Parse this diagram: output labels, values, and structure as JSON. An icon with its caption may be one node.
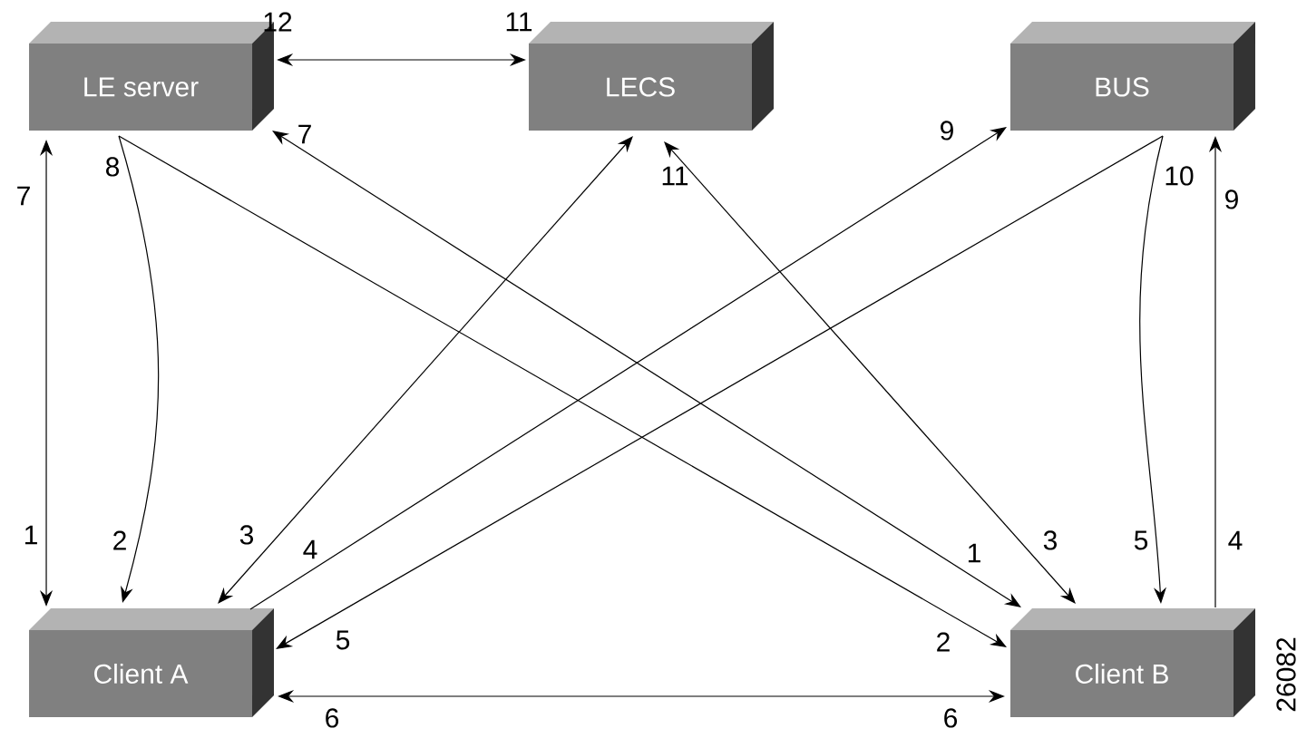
{
  "diagram": {
    "nodes": [
      {
        "text": [
          "LE server"
        ]
      },
      {
        "text": [
          "LECS"
        ]
      },
      {
        "text": [
          "BUS"
        ]
      },
      {
        "text": [
          "Client A"
        ]
      },
      {
        "text": [
          "Client B"
        ]
      }
    ],
    "edges": [
      {
        "from": 0,
        "to": 1,
        "arrow": "both"
      },
      {
        "from": 0,
        "to": 3,
        "arrow": "both"
      },
      {
        "from": 0,
        "to": 3,
        "arrow": "to"
      },
      {
        "from": 0,
        "to": 4,
        "arrow": "to"
      },
      {
        "from": 4,
        "to": 0,
        "arrow": "both"
      },
      {
        "from": 3,
        "to": 1,
        "arrow": "both"
      },
      {
        "from": 4,
        "to": 1,
        "arrow": "both"
      },
      {
        "from": 3,
        "to": 2,
        "arrow": "to"
      },
      {
        "from": 2,
        "to": 3,
        "arrow": "to"
      },
      {
        "from": 2,
        "to": 4,
        "arrow": "to"
      },
      {
        "from": 4,
        "to": 2,
        "arrow": "to"
      },
      {
        "from": 3,
        "to": 4,
        "arrow": "both"
      }
    ],
    "labels": [
      "12",
      "11",
      "7",
      "9",
      "8",
      "7",
      "11",
      "10",
      "9",
      "1",
      "2",
      "3",
      "1",
      "3",
      "5",
      "4",
      "4",
      "5",
      "2",
      "6",
      "6",
      "26082"
    ]
  }
}
